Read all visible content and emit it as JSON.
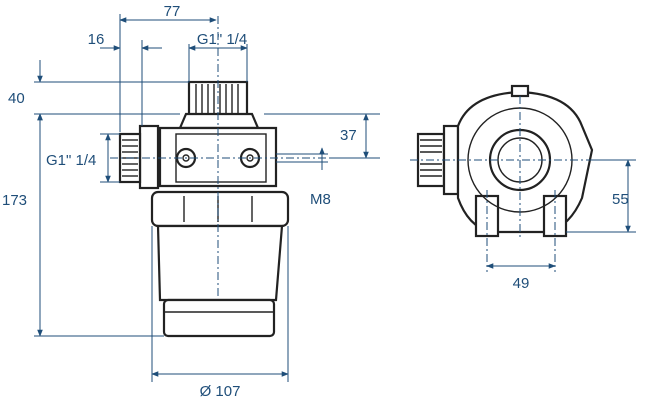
{
  "diagram": {
    "colors": {
      "dimension": "#1f4e79",
      "outline": "#222222"
    },
    "dimensions": {
      "width_top": "77",
      "offset_left": "16",
      "thread_top": "G1\" 1/4",
      "height_top": "40",
      "height_total": "173",
      "thread_side": "G1\" 1/4",
      "height_port": "37",
      "bolt": "M8",
      "diameter_bowl": "Ø 107",
      "height_right_view": "55",
      "spacing_right_view": "49"
    }
  }
}
